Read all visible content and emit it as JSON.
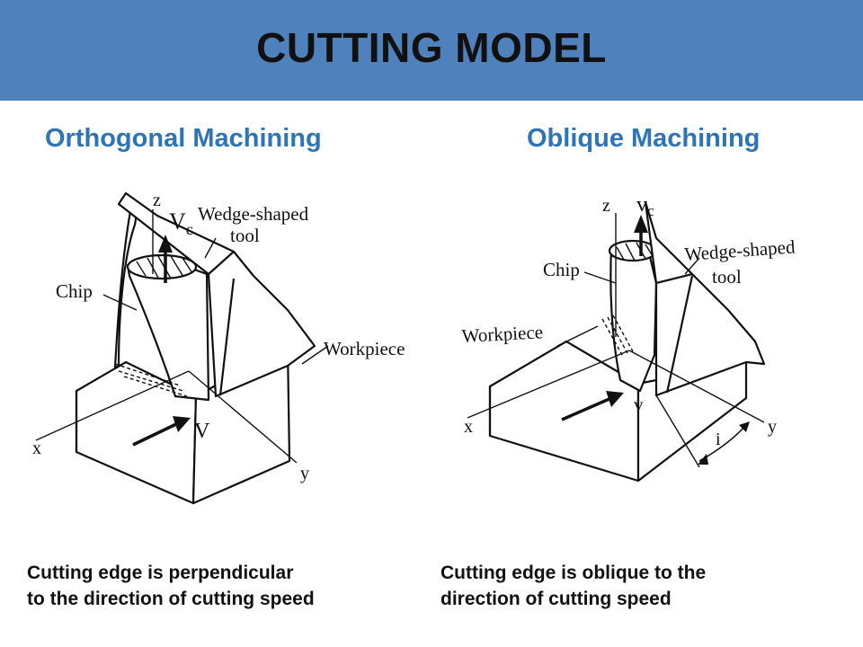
{
  "header": {
    "title": "CUTTING MODEL",
    "background": "#4f81bd"
  },
  "left": {
    "subtitle": "Orthogonal Machining",
    "labels": {
      "z": "z",
      "vc_main": "V",
      "vc_sub": "c",
      "chip": "Chip",
      "tool_line1": "Wedge-shaped",
      "tool_line2": "tool",
      "workpiece": "Workpiece",
      "v": "V",
      "x": "x",
      "y": "y"
    },
    "caption_line1": "Cutting edge is perpendicular",
    "caption_line2": "to the direction of cutting speed"
  },
  "right": {
    "subtitle": "Oblique Machining",
    "labels": {
      "z": "z",
      "vc_main": "v",
      "vc_sub": "c",
      "chip": "Chip",
      "tool_line1": "Wedge-shaped",
      "tool_line2": "tool",
      "workpiece": "Workpiece",
      "v": "v",
      "x": "x",
      "y": "y",
      "i": "i"
    },
    "caption_line1": "Cutting edge is oblique to the",
    "caption_line2": "direction of cutting speed"
  },
  "colors": {
    "subtitle": "#2e75b6",
    "text": "#111111"
  }
}
